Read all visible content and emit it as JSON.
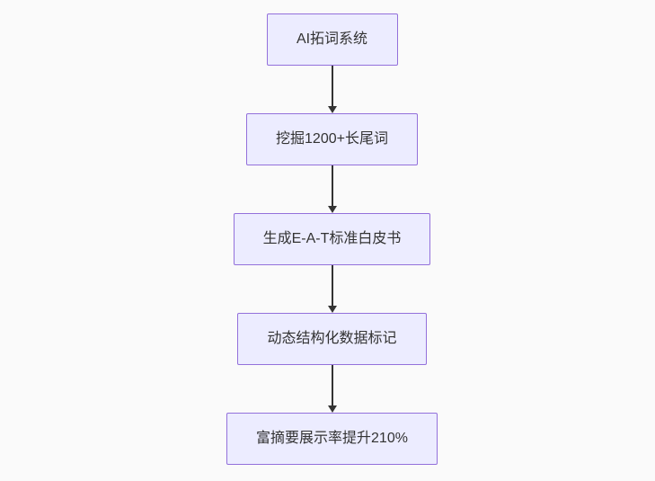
{
  "page": {
    "background_color": "#fafafa"
  },
  "diagram": {
    "type": "flowchart",
    "direction": "top-down",
    "node_fill": "#ECECFF",
    "node_border_color": "#9370DB",
    "node_text_color": "#333333",
    "arrow_color": "#333333",
    "nodes": [
      {
        "label": "AI拓词系统"
      },
      {
        "label": "挖掘1200+长尾词"
      },
      {
        "label": "生成E-A-T标准白皮书"
      },
      {
        "label": "动态结构化数据标记"
      },
      {
        "label": "富摘要展示率提升210%"
      }
    ],
    "edges": [
      {
        "from": 0,
        "to": 1
      },
      {
        "from": 1,
        "to": 2
      },
      {
        "from": 2,
        "to": 3
      },
      {
        "from": 3,
        "to": 4
      }
    ]
  }
}
